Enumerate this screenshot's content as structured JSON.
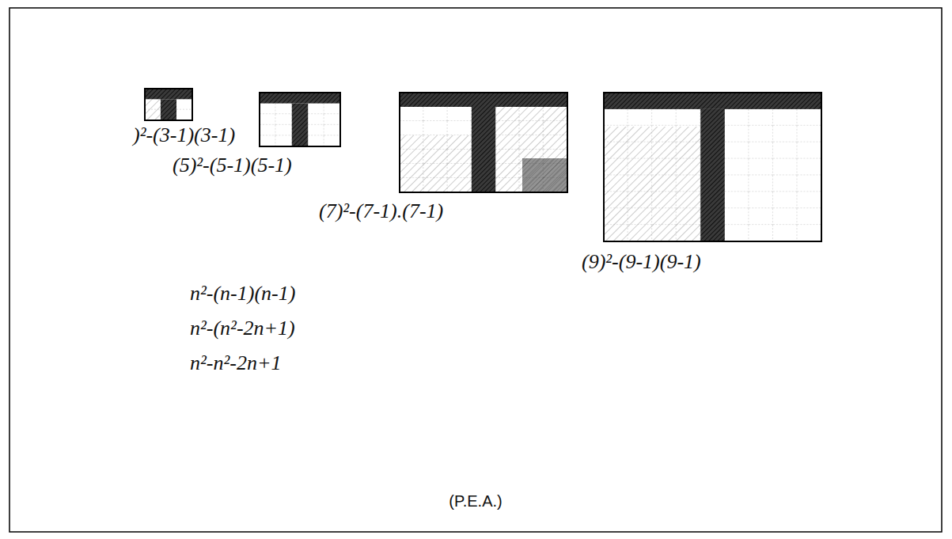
{
  "diagram": {
    "labels": [
      ")²-(3-1)(3-1)",
      "(5)²-(5-1)(5-1)",
      "(7)²-(7-1).(7-1)",
      "(9)²-(9-1)(9-1)",
      "n²-(n-1)(n-1)",
      "n²-(n²-2n+1)",
      "n²-n²-2n+1",
      "(P.E.A.)"
    ]
  }
}
